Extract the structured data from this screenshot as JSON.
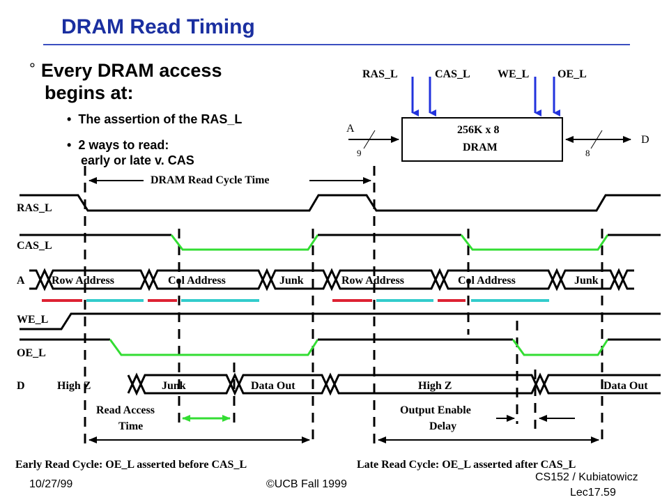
{
  "slide": {
    "title": "DRAM Read Timing",
    "bullet_marker": "°",
    "bullet_line1": "Every DRAM access",
    "bullet_line2": "begins at:",
    "sub1": "The assertion of the RAS_L",
    "sub2_line1": "2 ways to read:",
    "sub2_line2": "early or late v. CAS",
    "sub_marker": "•"
  },
  "chip": {
    "pins_top": [
      "RAS_L",
      "CAS_L",
      "WE_L",
      "OE_L"
    ],
    "name_line1": "256K x 8",
    "name_line2": "DRAM",
    "addr_label": "A",
    "addr_width": "9",
    "data_label": "D",
    "data_width": "8"
  },
  "timing": {
    "cycle_label": "DRAM Read Cycle Time",
    "signals": [
      "RAS_L",
      "CAS_L",
      "A",
      "WE_L",
      "OE_L",
      "D"
    ],
    "addr_fields": [
      "Row Address",
      "Col Address",
      "Junk",
      "Row Address",
      "Col Address",
      "Junk"
    ],
    "data_fields": [
      "High Z",
      "Junk",
      "Data Out",
      "High Z",
      "Data Out"
    ],
    "read_access_line1": "Read Access",
    "read_access_line2": "Time",
    "oe_delay_line1": "Output Enable",
    "oe_delay_line2": "Delay",
    "early_caption": "Early Read Cycle: OE_L asserted before CAS_L",
    "late_caption": "Late Read Cycle: OE_L asserted after CAS_L"
  },
  "colors": {
    "title": "#1a2fa0",
    "arrow_blue": "#2233dd",
    "green": "#33dd33",
    "red": "#dd2233",
    "cyan": "#33cccc"
  },
  "footer": {
    "date": "10/27/99",
    "copyright": "©UCB Fall 1999",
    "course": "CS152 / Kubiatowicz",
    "lecture": "Lec17.59"
  }
}
